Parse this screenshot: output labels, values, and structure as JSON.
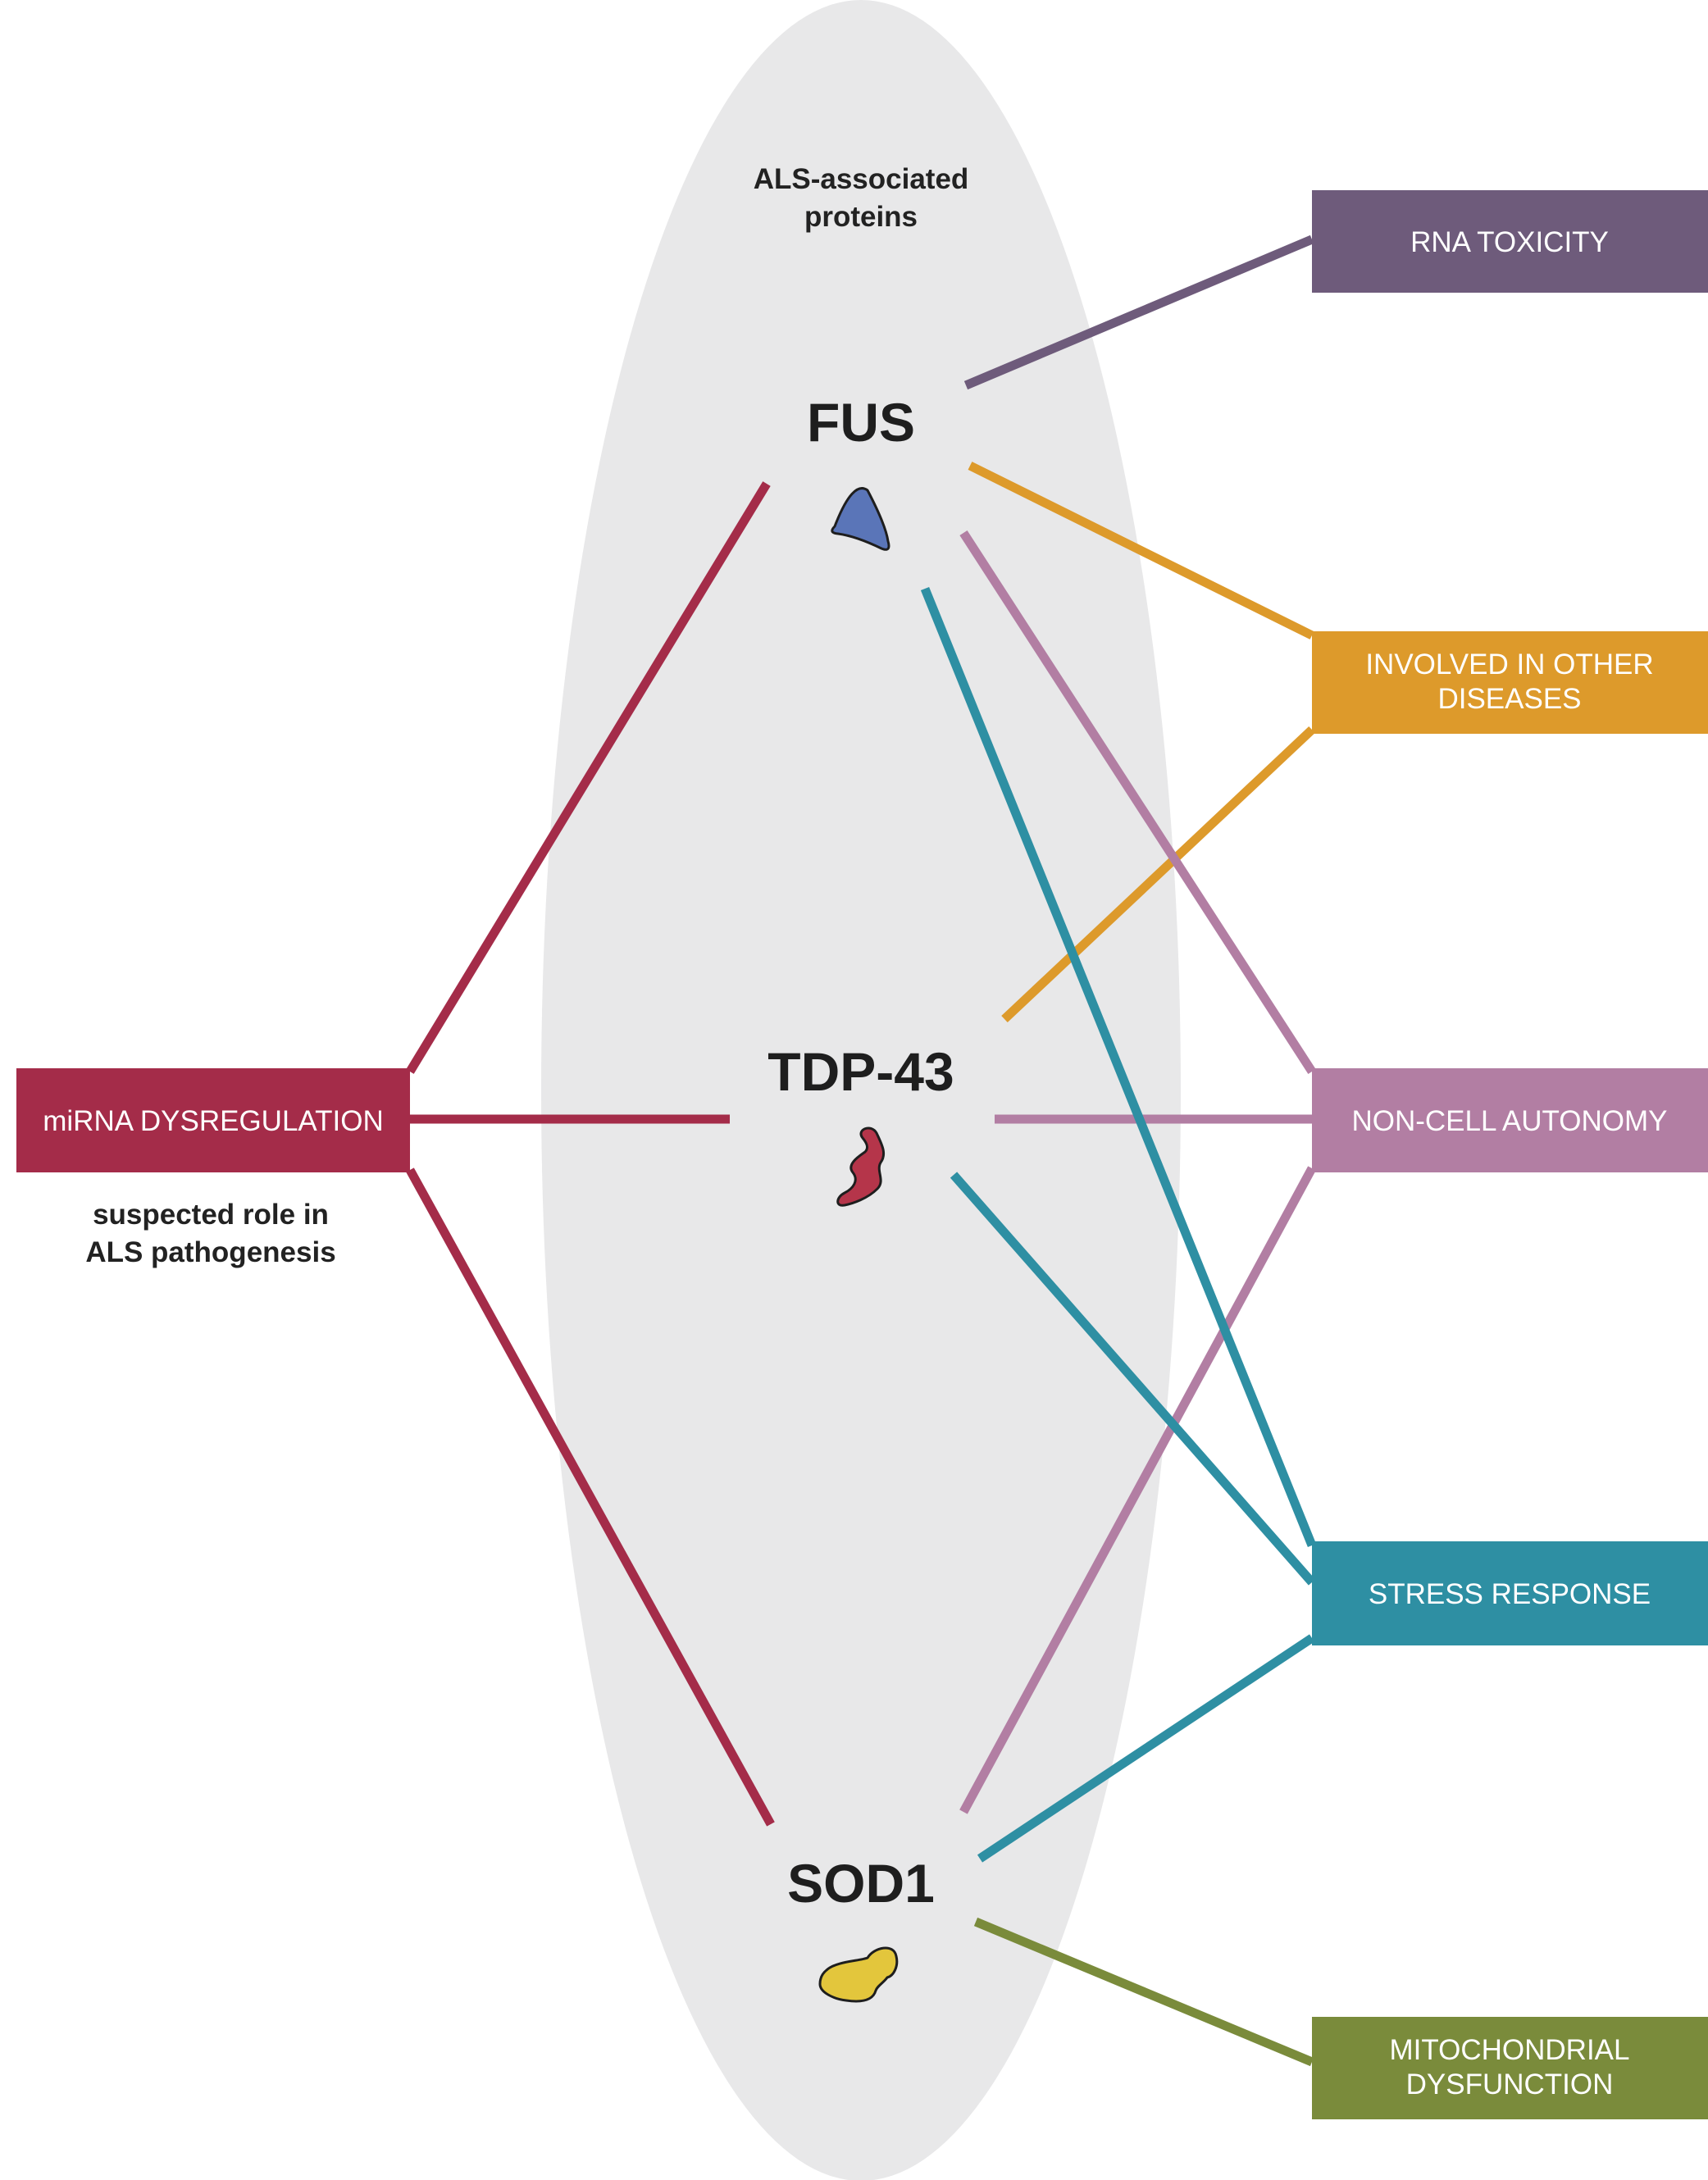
{
  "header": {
    "line1": "ALS-associated",
    "line2": "proteins"
  },
  "proteins": {
    "fus": {
      "label": "FUS",
      "color": "#5a75b8"
    },
    "tdp43": {
      "label": "TDP-43",
      "color": "#b5354a"
    },
    "sod1": {
      "label": "SOD1",
      "color": "#e3c63c"
    }
  },
  "left_box": {
    "label": "miRNA DYSREGULATION",
    "color": "#a42c49",
    "caption_line1": "suspected role in",
    "caption_line2": "ALS pathogenesis"
  },
  "right_boxes": {
    "rna_toxicity": {
      "label": "RNA TOXICITY",
      "color": "#6e5b7b"
    },
    "other_diseases": {
      "line1": "INVOLVED IN OTHER",
      "line2": "DISEASES",
      "color": "#dd9a2b"
    },
    "non_cell_autonomy": {
      "label": "NON-CELL AUTONOMY",
      "color": "#b27ea3"
    },
    "stress_response": {
      "label": "STRESS RESPONSE",
      "color": "#2e8fa3"
    },
    "mitochondrial": {
      "line1": "MITOCHONDRIAL",
      "line2": "DYSFUNCTION",
      "color": "#7a8b3b"
    }
  },
  "ellipse_color": "#e8e8e9"
}
